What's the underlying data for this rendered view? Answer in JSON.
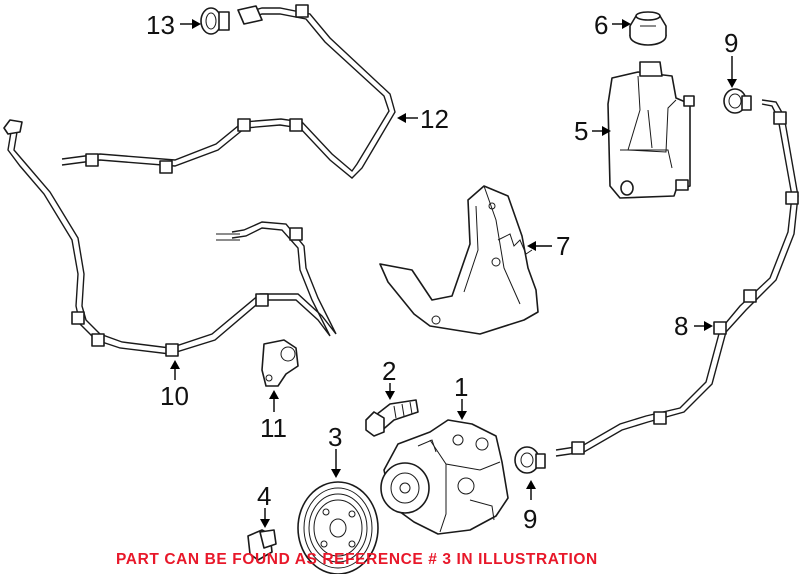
{
  "callouts": {
    "c1": "1",
    "c2": "2",
    "c3": "3",
    "c4": "4",
    "c5": "5",
    "c6": "6",
    "c7": "7",
    "c8": "8",
    "c9_top": "9",
    "c9_bottom": "9",
    "c10": "10",
    "c11": "11",
    "c12": "12",
    "c13": "13"
  },
  "note": "PART CAN BE FOUND AS REFERENCE # 3 IN ILLUSTRATION",
  "colors": {
    "note": "#e8182a",
    "line": "#1a1a1a"
  }
}
